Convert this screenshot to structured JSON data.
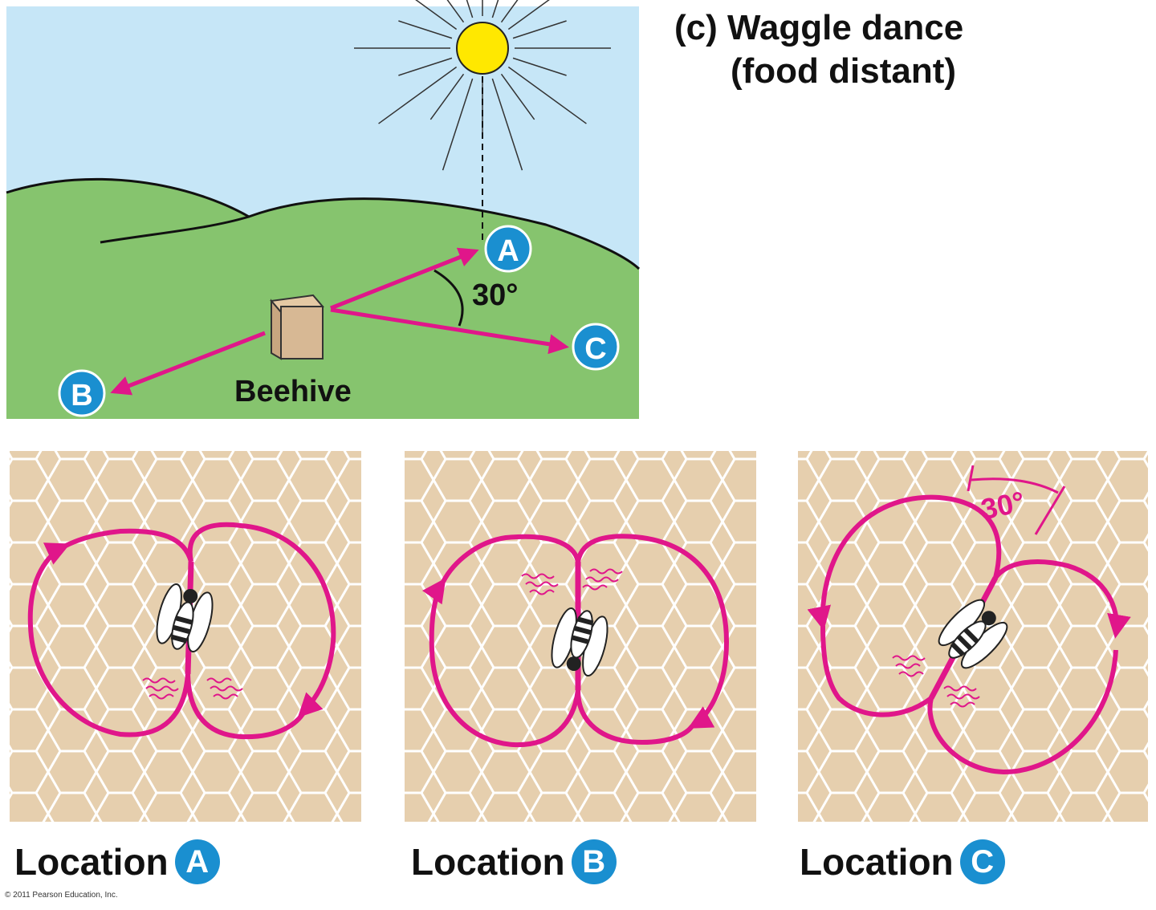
{
  "title": {
    "line1": "(c) Waggle dance",
    "line2": "(food distant)"
  },
  "scene": {
    "hive_label": "Beehive",
    "angle_label": "30°",
    "points": {
      "a": "A",
      "b": "B",
      "c": "C"
    }
  },
  "panels": [
    {
      "label": "Location",
      "badge": "A"
    },
    {
      "label": "Location",
      "badge": "B"
    },
    {
      "label": "Location",
      "badge": "C",
      "angle_label": "30°"
    }
  ],
  "copyright": "© 2011 Pearson Education, Inc.",
  "colors": {
    "sky": "#c6e6f7",
    "grass": "#86c46e",
    "sun": "#ffe800",
    "arrow": "#e0168a",
    "honeycomb": "#e6cfae",
    "badge": "#1a8fd0"
  }
}
